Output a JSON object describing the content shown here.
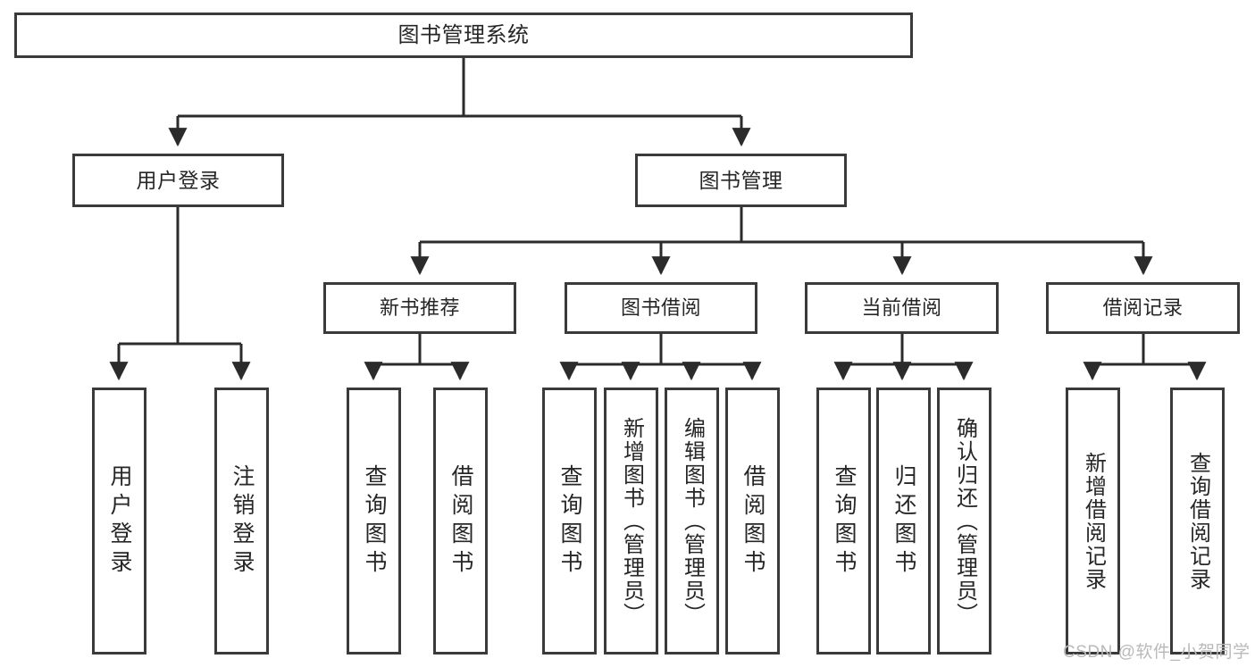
{
  "diagram": {
    "title": "图书管理系统",
    "type": "hierarchy-tree",
    "colors": {
      "box_border": "#3a3a3a",
      "box_fill": "#ffffff",
      "connector": "#2b2b2b",
      "text": "#262626",
      "watermark": "#b9b9b9",
      "background": "#ffffff"
    },
    "levels": {
      "root": {
        "label": "图书管理系统"
      },
      "level2": [
        {
          "label": "用户登录"
        },
        {
          "label": "图书管理"
        }
      ],
      "level3": [
        {
          "label": "新书推荐"
        },
        {
          "label": "图书借阅"
        },
        {
          "label": "当前借阅"
        },
        {
          "label": "借阅记录"
        }
      ],
      "leaves": {
        "user_login": [
          {
            "label": "用户登录"
          },
          {
            "label": "注销登录"
          }
        ],
        "new_book": [
          {
            "label": "查询图书"
          },
          {
            "label": "借阅图书"
          }
        ],
        "book_borrow": [
          {
            "label": "查询图书"
          },
          {
            "label": "新增图书（管理员）"
          },
          {
            "label": "编辑图书（管理员）"
          },
          {
            "label": "借阅图书"
          }
        ],
        "current_borrow": [
          {
            "label": "查询图书"
          },
          {
            "label": "归还图书"
          },
          {
            "label": "确认归还（管理员）"
          }
        ],
        "borrow_record": [
          {
            "label": "新增借阅记录"
          },
          {
            "label": "查询借阅记录"
          }
        ]
      }
    },
    "watermark": "CSDN @软件_小贺同学"
  }
}
